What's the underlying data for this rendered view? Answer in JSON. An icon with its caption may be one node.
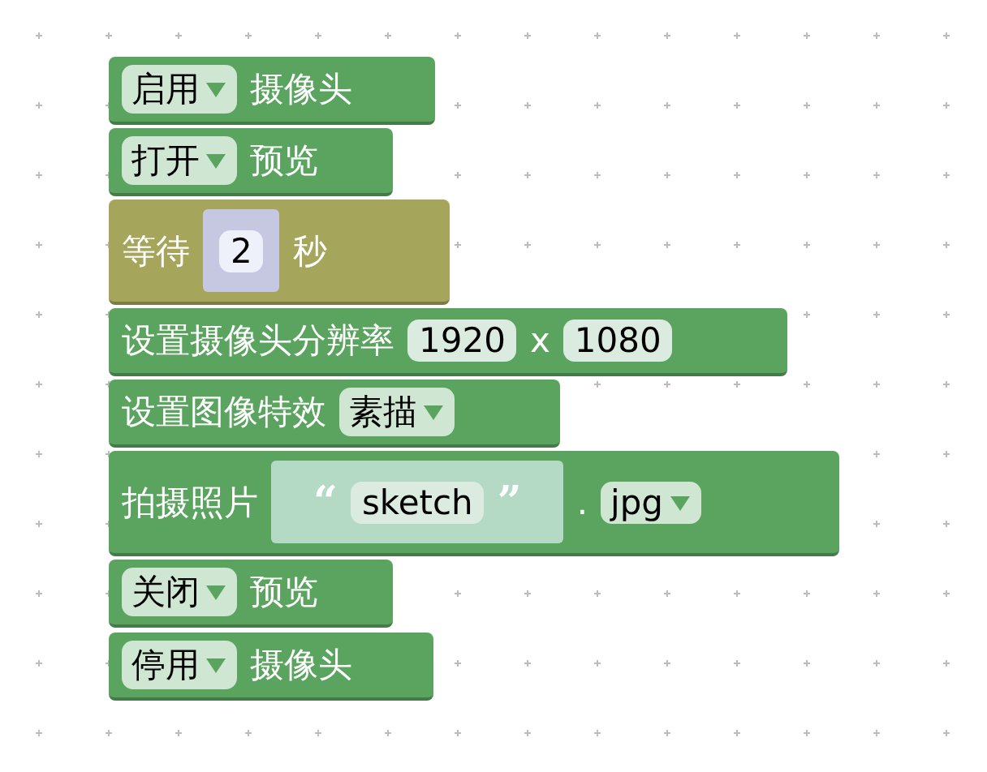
{
  "diagram": {
    "nodes": [
      {
        "text": [
          "摄像头"
        ]
      },
      {
        "text": [
          "启用"
        ],
        "in": 0
      },
      {
        "text": [
          "预览"
        ]
      },
      {
        "text": [
          "打开"
        ],
        "in": 2
      },
      {
        "text": [
          "等待",
          "秒"
        ]
      },
      {
        "text": [
          "2"
        ],
        "in": 4
      },
      {
        "text": [
          "设置摄像头分辨率",
          "x"
        ]
      },
      {
        "text": [
          "1920"
        ],
        "in": 6
      },
      {
        "text": [
          "1080"
        ],
        "in": 6
      },
      {
        "text": [
          "设置图像特效"
        ]
      },
      {
        "text": [
          "素描"
        ],
        "in": 9
      },
      {
        "text": [
          "拍摄照片",
          "."
        ]
      },
      {
        "text": [
          "“",
          "”"
        ],
        "in": 11
      },
      {
        "text": [
          "sketch"
        ],
        "in": 12
      },
      {
        "text": [
          "jpg"
        ],
        "in": 11
      },
      {
        "text": [
          "预览"
        ]
      },
      {
        "text": [
          "关闭"
        ],
        "in": 15
      },
      {
        "text": [
          "摄像头"
        ]
      },
      {
        "text": [
          "停用"
        ],
        "in": 17
      }
    ]
  }
}
